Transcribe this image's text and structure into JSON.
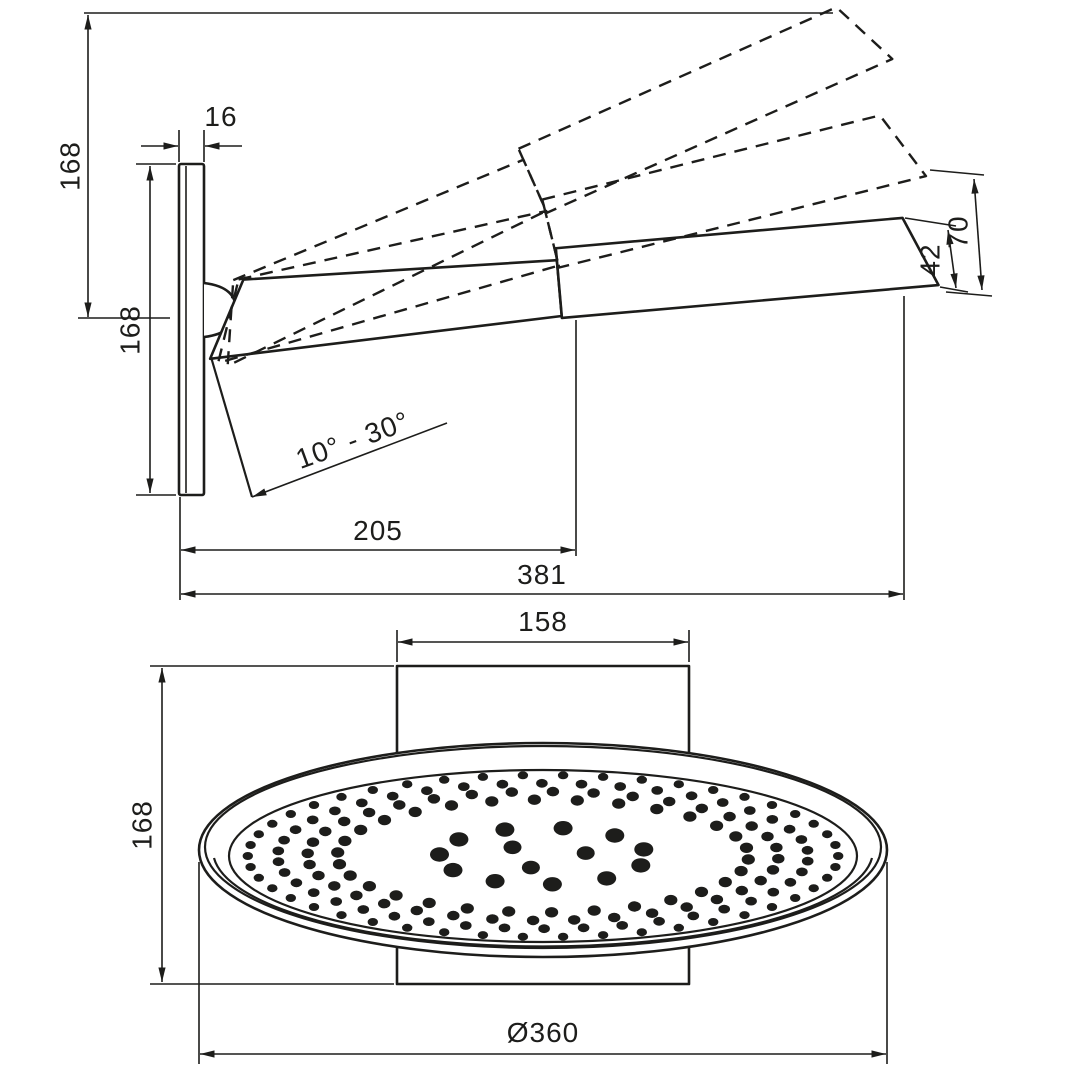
{
  "side_view": {
    "overall_height": "168",
    "plate_height": "168",
    "plate_thickness": "16",
    "head_thickness": "42",
    "head_depth": "70",
    "tilt_angle_range": "10° - 30°",
    "projection_to_joint": "205",
    "projection_total": "381"
  },
  "front_view": {
    "connector_width": "158",
    "body_height": "168",
    "diameter": "Ø360"
  },
  "colors": {
    "line": "#1d1d1b",
    "background": "#ffffff"
  }
}
